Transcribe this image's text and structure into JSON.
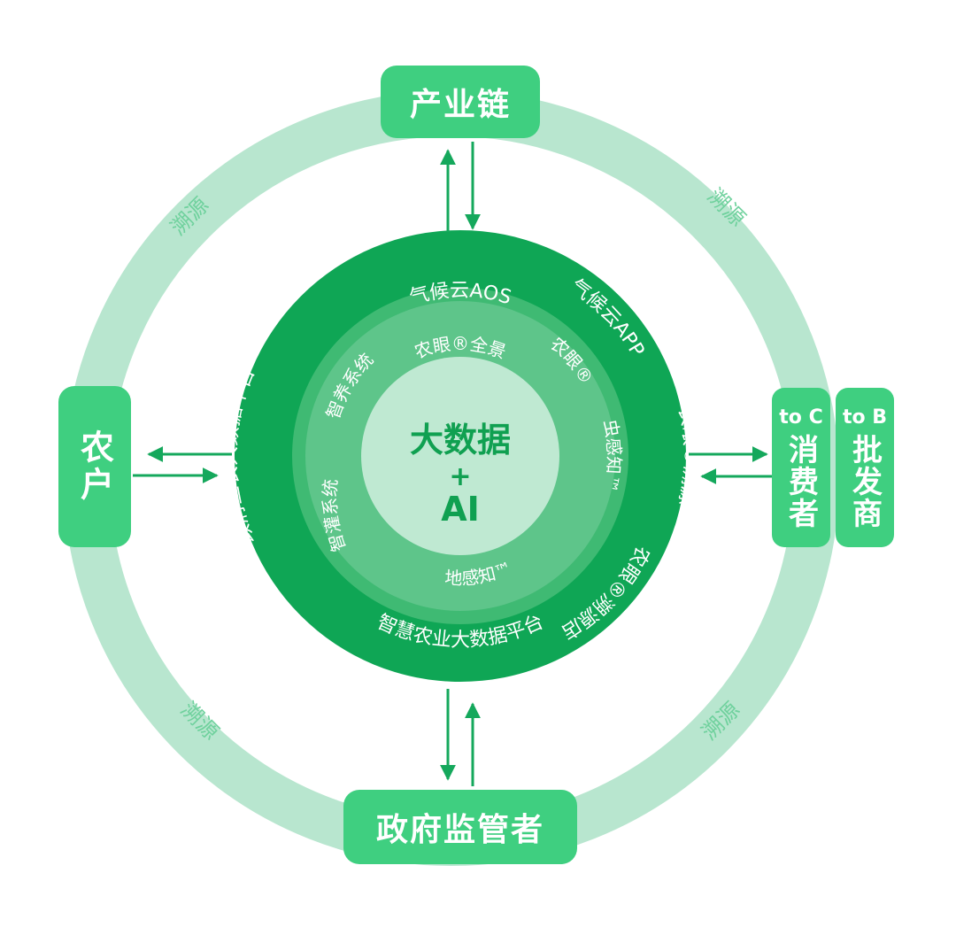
{
  "colors": {
    "outer_ring": "#b8e6cf",
    "outer_disc": "#0fa655",
    "middle_ring": "#3fba73",
    "inner_ring": "#5ec58a",
    "center_disc": "#bfe9d2",
    "center_text": "#10a051",
    "box": "#3fcf80",
    "arrow": "#15a85c",
    "trace_text": "#6fd19d"
  },
  "nodes": {
    "top": "产业链",
    "left": "农户",
    "bottom": "政府监管者",
    "right_c_sub": "to C",
    "right_c": "消费者",
    "right_b_sub": "to B",
    "right_b": "批发商"
  },
  "trace_label": "溯源",
  "center": {
    "line1": "大数据",
    "line2": "+",
    "line3": "AI"
  },
  "outer_ring_labels": {
    "top": "气候云AOS",
    "upper_right": "气候云APP",
    "right": "农眼®溯源",
    "lower_right": "农眼®溯源店",
    "bottom": "智慧农业大数据平台",
    "upper_left": "政府三农大数据平台"
  },
  "inner_ring_labels": {
    "top": "农眼®全景",
    "upper_right": "农眼®",
    "right": "虫感知™",
    "bottom": "地感知™",
    "lower_left": "智灌系统",
    "upper_left": "智养系统"
  }
}
